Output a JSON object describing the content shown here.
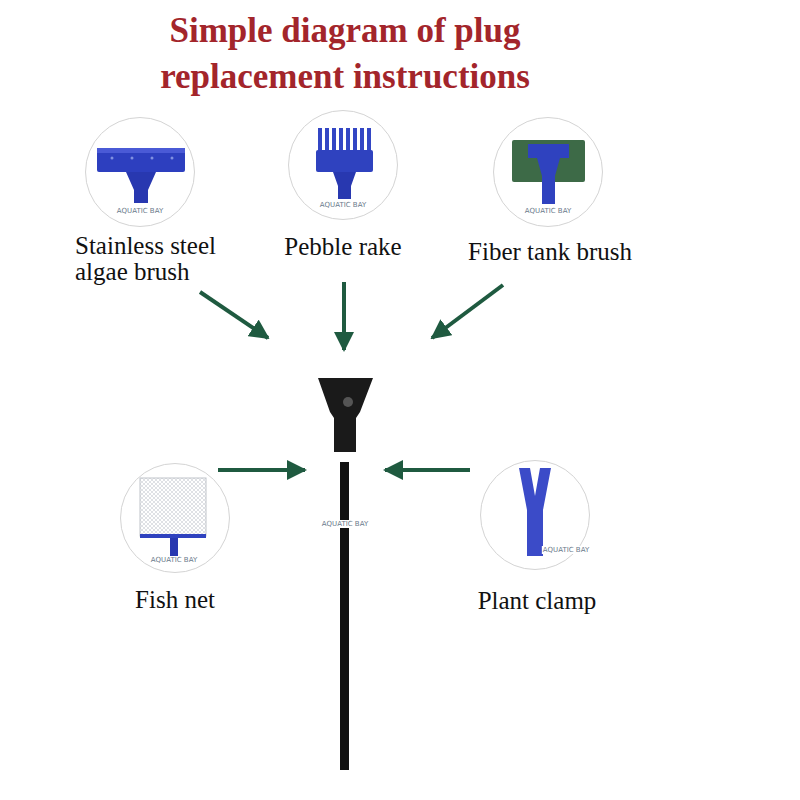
{
  "diagram": {
    "title": "Simple diagram of plug replacement instructions",
    "nodes": [
      {
        "text": [
          "Stainless steel algae brush"
        ]
      },
      {
        "text": [
          "Pebble rake"
        ]
      },
      {
        "text": [
          "Fiber tank brush"
        ]
      },
      {
        "text": [
          "Fish net"
        ]
      },
      {
        "text": [
          "Plant clamp"
        ]
      }
    ],
    "labels": [
      "AQUATIC BAY",
      "AQUATIC BAY",
      "AQUATIC BAY",
      "AQUATIC BAY",
      "AQUATIC BAY",
      "AQUATIC BAY"
    ]
  }
}
